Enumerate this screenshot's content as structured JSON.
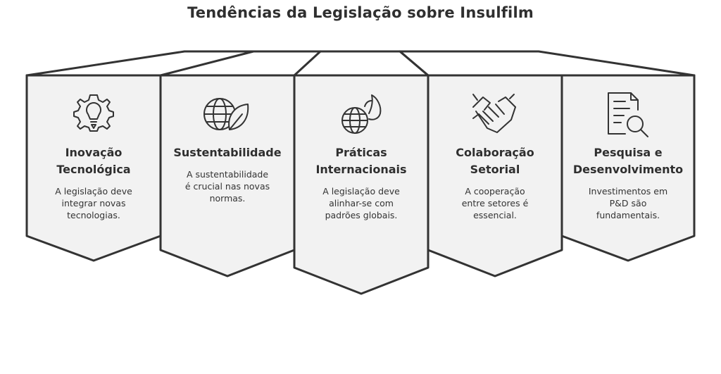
{
  "title": "Tendências da Legislação sobre Insulfilm",
  "colors": {
    "stroke": "#333333",
    "fill": "#f2f2f2",
    "text": "#2f2f2f"
  },
  "panels": [
    {
      "icon": "gear-lightbulb-icon",
      "title": "Inovação\nTecnológica",
      "description": "A legislação deve\nintegrar novas\ntecnologias."
    },
    {
      "icon": "globe-leaf-icon",
      "title": "Sustentabilidade",
      "description": "A sustentabilidade\né crucial nas novas\nnormas."
    },
    {
      "icon": "globe-hand-icon",
      "title": "Práticas\nInternacionais",
      "description": "A legislação deve\nalinhar-se com\npadrões globais."
    },
    {
      "icon": "handshake-icon",
      "title": "Colaboração\nSetorial",
      "description": "A cooperação\nentre setores é\nessencial."
    },
    {
      "icon": "document-search-icon",
      "title": "Pesquisa e\nDesenvolvimento",
      "description": "Investimentos em\nP&D são\nfundamentais."
    }
  ]
}
